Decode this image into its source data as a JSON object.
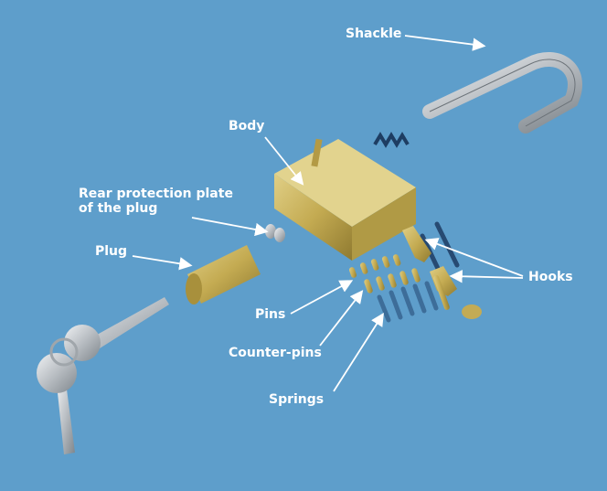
{
  "labels": {
    "shackle": "Shackle",
    "body": "Body",
    "rear_plate_line1": "Rear protection plate",
    "rear_plate_line2": "of the plug",
    "plug": "Plug",
    "pins": "Pins",
    "counter_pins": "Counter-pins",
    "springs": "Springs",
    "hooks": "Hooks"
  },
  "colors": {
    "background": "#5e9ecb",
    "brass": "#c9b25a",
    "steel": "#c8ccd0",
    "spring": "#2a4f7a",
    "label": "#ffffff"
  }
}
